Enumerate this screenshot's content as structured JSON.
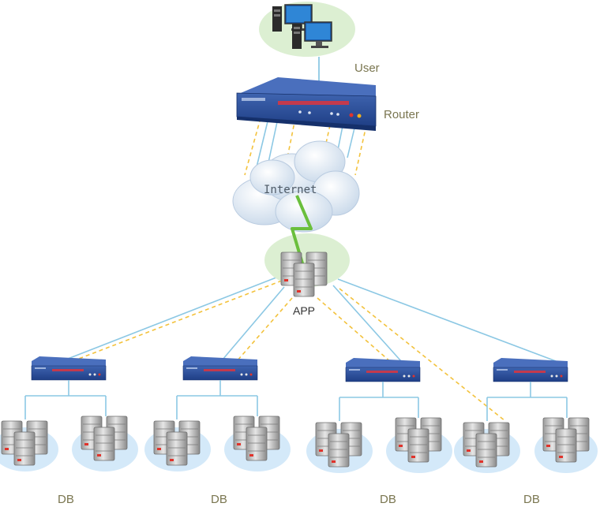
{
  "labels": {
    "user": "User",
    "router": "Router",
    "internet": "Internet",
    "app": "APP",
    "db": "DB"
  },
  "db_groups": [
    {
      "label": "DB"
    },
    {
      "label": "DB"
    },
    {
      "label": "DB"
    },
    {
      "label": "DB"
    }
  ],
  "colors": {
    "link_solid": "#8cc8e4",
    "link_dashed": "#f3c23c",
    "wireless_link": "#6abf3c",
    "router_body": "#1f3f86",
    "halo_green": "#dcefd2",
    "halo_blue": "#d4e9f9"
  }
}
